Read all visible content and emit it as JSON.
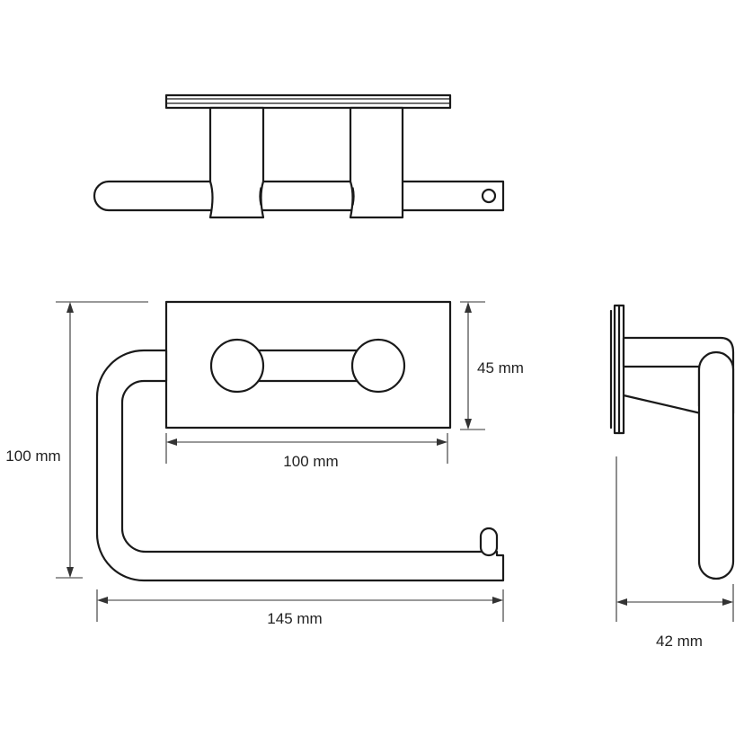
{
  "dimensions": {
    "plate_height": "45 mm",
    "plate_width": "100 mm",
    "total_height": "100 mm",
    "total_width": "145 mm",
    "depth": "42 mm"
  }
}
